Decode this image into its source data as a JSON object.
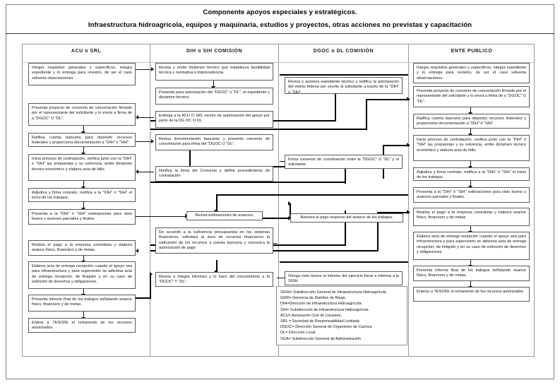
{
  "title": {
    "line1": "Componente apoyos especiales y estratégicos.",
    "line2": "Infraestructura hidroagrícola, equipos y maquinaria, estudios y proyectos, otras acciones no previstas y capacitación"
  },
  "columns": [
    {
      "header": "ACU o SRL"
    },
    {
      "header": "DIH o SIH COMISIÓN"
    },
    {
      "header": "DGOC o DL COMISIÓN"
    },
    {
      "header": "ENTE PUBLICO"
    }
  ],
  "col1_boxes": [
    {
      "text": "Integra requisitos generales y específicos, integra expediente y lo entrega para revisión, de ser el caso solventa observaciones."
    },
    {
      "text": "Presenta proyecto de convenio de concertación firmado por el representante del solicitante y lo envía a firma de a \"DGOC\" O \"DL\"."
    },
    {
      "text": "Ratifica cuenta bancaria para depósito recursos federales y proporciona documentación a \"DIH\" ó \"SIH\"."
    },
    {
      "text": "Inicia proceso de contratación, verifica junto con la \"DIH\" ó \"SIH\" las propuestas y su solvencia, emite dictamen técnico económico y elabora acta de fallo."
    },
    {
      "text": "Adjudica y firma contrato, notifica a la \"DIH\" ó \"SIH\" el inicio de los trabajos."
    },
    {
      "text": "Presenta a la \"DIH\" ó \"SIH\" estimaciones para visto bueno y avances parciales y finales."
    },
    {
      "text": "Realiza el pago a la empresa contratista y elabora avance físico, financiero y de metas."
    },
    {
      "text": "Elabora acta de entrega recepción cuando el apoyo sea para infraestructura y para supervisión se adiciona acta de entrega recepción, de finiquito y en su caso de extinción de derechos y obligaciones."
    },
    {
      "text": "Presenta informe final de los trabajos señalando avance físico, financiero y de metas."
    },
    {
      "text": "Entera a TESOFE el remanente de los recursos autorizados."
    }
  ],
  "col2_boxes": [
    {
      "text": "Revisa y emite dictamen técnico que establezca factibilidad técnica y normativa o improcedencia."
    },
    {
      "text": "Presenta para autorización del \"DGOC\" o \"DL\", el expediente y dictamen técnico."
    },
    {
      "text": "Entrega a la ACU O SRL escrito de autorización del apoyo por parte de la DG OC O DL."
    },
    {
      "text": "Revisa documentación bancaria; y presenta convenio de concertación para firma del \"DGOC O \"DL\"."
    },
    {
      "text": "Notifica la firma del Convenio y define procedimiento de contratación"
    },
    {
      "text": "Revisa estimaciones de avances."
    },
    {
      "text": "De acuerdo a la suficiencia presupuestal en los sistemas financieros, solicitara al área de recursos financieros la radicación de los recursos a cuenta bancaria y comunica la autorización de pago"
    },
    {
      "text": "Revisa e integra informes y lo hace del conocimiento a la \"DGOC\" Y \"DL\"."
    }
  ],
  "col3_boxes": [
    {
      "text": "Revisa y autoriza expediente técnico y notifica la autorización del monto federal por escrito al solicitante a través de la \"DIH\" o \"SIH\""
    },
    {
      "text": "Firma convenio de coordinación entre la \"DGOC\" O \"DL\" y el solicitante"
    },
    {
      "text": "Autoriza el pago respecto del avance de los trabajos."
    },
    {
      "text": "Otorga visto bueno al informe del ejercicio fiscal e informa a la SGIH."
    }
  ],
  "col4_boxes": [
    {
      "text": "Integra requisitos generales y específicos; integra expediente y lo entrega para revisión, de ser el caso solventa observaciones."
    },
    {
      "text": "Presenta proyecto de convenio de concertación firmado por el representante del solicitante y lo envía a firma de a \"DGOC\" O \"DL\"."
    },
    {
      "text": "Ratifica cuenta bancaria para depósito recursos federales y proporciona documentación a \"DIH\" ó \"SIH\"."
    },
    {
      "text": "Inicia proceso de contratación, verifica junto con la \"DIH\" ó \"SIH\" las propuestas y su solvencia, emite dictamen técnico económico y elabora acta de fallo."
    },
    {
      "text": "Adjudica y firma contrato, notifica a la \"DIH\" ó \"SIH\" el inicio de los trabajos."
    },
    {
      "text": "Presenta a la \"DIH\" ó \"SIH\" estimaciones para visto bueno y avances parciales y finales."
    },
    {
      "text": "Realiza el pago a la empresa contratista y elabora avance físico, financiero y de metas"
    },
    {
      "text": "Elabora acta de entrega recepción cuando el apoyo sea para infraestructura y para supervisión se adiciona acta de entrega recepción, de finiquito y en su caso de extinción de derechos y obligaciones"
    },
    {
      "text": "Presenta informe final de los trabajos señalando avance físico, financiero y de metas."
    },
    {
      "text": "Enterar a TESOFE el remanente de los recursos autorizados"
    }
  ],
  "legend": [
    "SGIH= Subdirección General de Infraestructura Hidroagrícola",
    "GDR= Gerencia de Distritos de Riego.",
    "DIH=Dirección de Infraestructura Hidroagrícola.",
    "SIH= Subdirección de Infraestructura Hidroagrícola.",
    "ACU= Asociación Civil de Usuarios.",
    "SRL = Sociedad de Responsabilidad Limitada",
    "DGOC= Dirección General de Organismo de Cuenca",
    "DL= Dirección Local",
    "SGA= Subdirección General de Administración"
  ],
  "colors": {
    "border": "#5a5a5a",
    "frame": "#9a9a9a",
    "connector": "#111111",
    "text": "#111111",
    "background": "#ffffff"
  }
}
